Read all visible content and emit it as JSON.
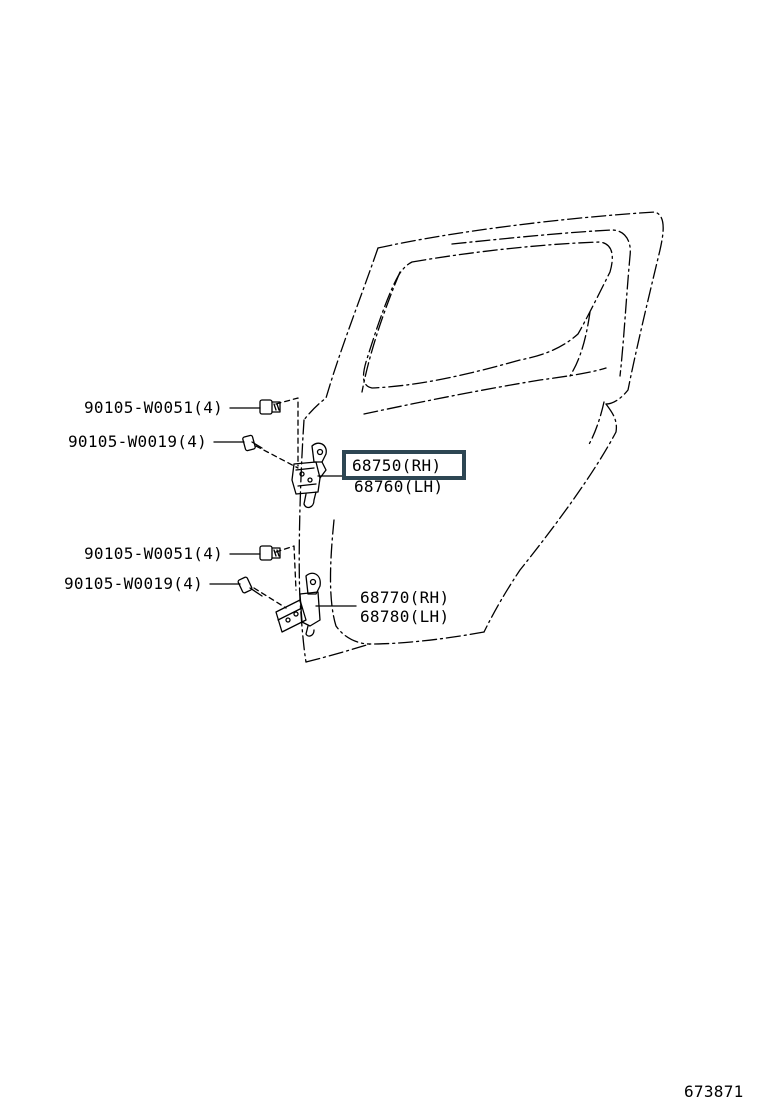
{
  "parts": {
    "bolt_upper_1": "90105-W0051(4)",
    "bolt_upper_2": "90105-W0019(4)",
    "bolt_lower_1": "90105-W0051(4)",
    "bolt_lower_2": "90105-W0019(4)",
    "upper_hinge_rh": "68750(RH)",
    "upper_hinge_lh": "68760(LH)",
    "lower_hinge_rh": "68770(RH)",
    "lower_hinge_lh": "68780(LH)"
  },
  "diagram_id": "673871",
  "highlight_color": "#2d4653"
}
